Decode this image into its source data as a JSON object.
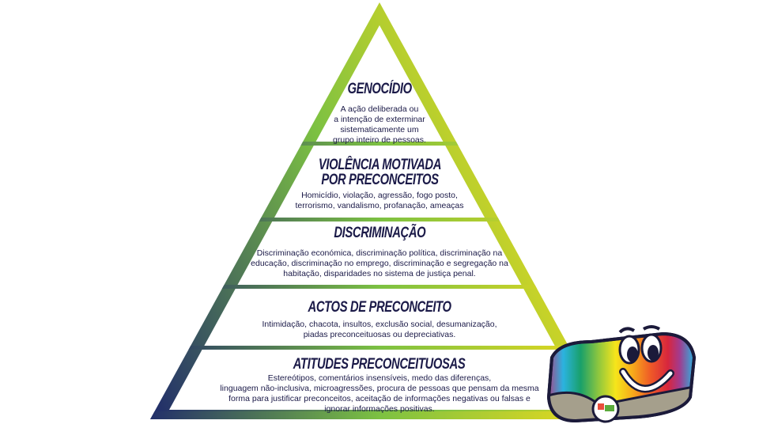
{
  "colors": {
    "navy": "#1f2a6b",
    "green": "#7cc142",
    "yellow": "#f2dc1a",
    "text": "#1b1a48"
  },
  "tiers": [
    {
      "title": "GENOCÍDIO",
      "lines": [
        "A ação deliberada ou",
        "a intenção de exterminar",
        "sistematicamente um",
        "grupo inteiro de pessoas."
      ]
    },
    {
      "title": [
        "VIOLÊNCIA MOTIVADA",
        "POR PRECONCEITOS"
      ],
      "lines": [
        "Homicídio, violação, agressão, fogo posto,",
        "terrorismo, vandalismo, profanação, ameaças"
      ]
    },
    {
      "title": "DISCRIMINAÇÃO",
      "lines": [
        "Discriminação económica, discriminação política, discriminação na",
        "educação, discriminação no emprego, discriminação e segregação na",
        "habitação, disparidades no sistema de justiça penal."
      ]
    },
    {
      "title": "ACTOS DE PRECONCEITO",
      "lines": [
        "Intimidação, chacota, insultos, exclusão social, desumanização,",
        "piadas preconceituosas ou depreciativas."
      ]
    },
    {
      "title": "ATITUDES PRECONCEITUOSAS",
      "lines": [
        "Estereótipos, comentários insensíveis, medo das diferenças,",
        "linguagem não-inclusiva, microagressões, procura de pessoas que pensam da mesma",
        "forma para justificar preconceitos, aceitação de informações negativas ou falsas e",
        "ignorar informações positivas."
      ]
    }
  ]
}
